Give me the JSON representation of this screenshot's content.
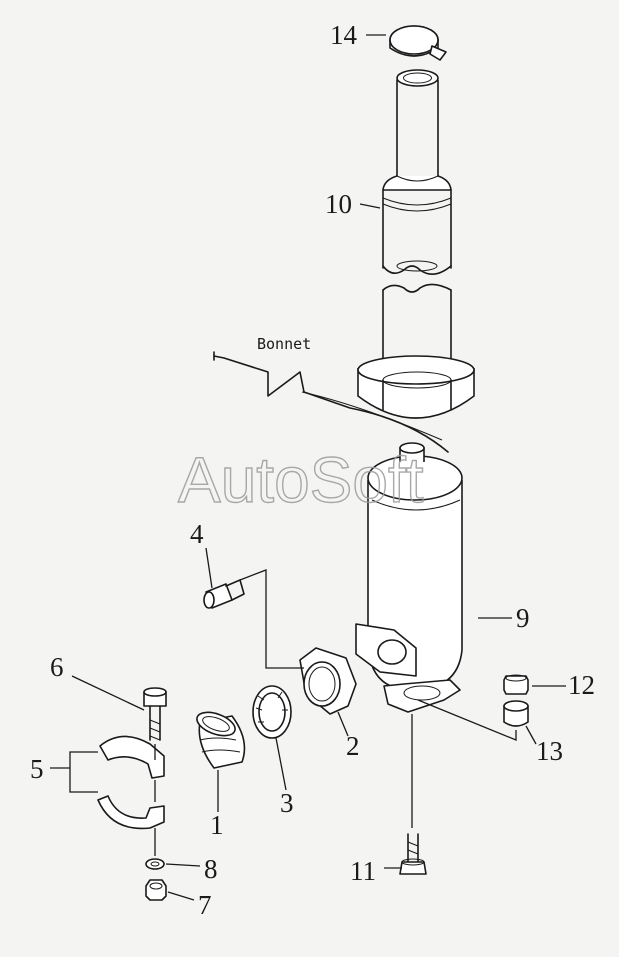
{
  "diagram": {
    "callout_text": "Bonnet",
    "watermark": "AutoSoft",
    "part_labels": [
      {
        "id": "p1",
        "number": "1"
      },
      {
        "id": "p2",
        "number": "2"
      },
      {
        "id": "p3",
        "number": "3"
      },
      {
        "id": "p4",
        "number": "4"
      },
      {
        "id": "p5",
        "number": "5"
      },
      {
        "id": "p6",
        "number": "6"
      },
      {
        "id": "p7",
        "number": "7"
      },
      {
        "id": "p8",
        "number": "8"
      },
      {
        "id": "p9",
        "number": "9"
      },
      {
        "id": "p10",
        "number": "10"
      },
      {
        "id": "p11",
        "number": "11"
      },
      {
        "id": "p12",
        "number": "12"
      },
      {
        "id": "p13",
        "number": "13"
      },
      {
        "id": "p14",
        "number": "14"
      }
    ]
  }
}
